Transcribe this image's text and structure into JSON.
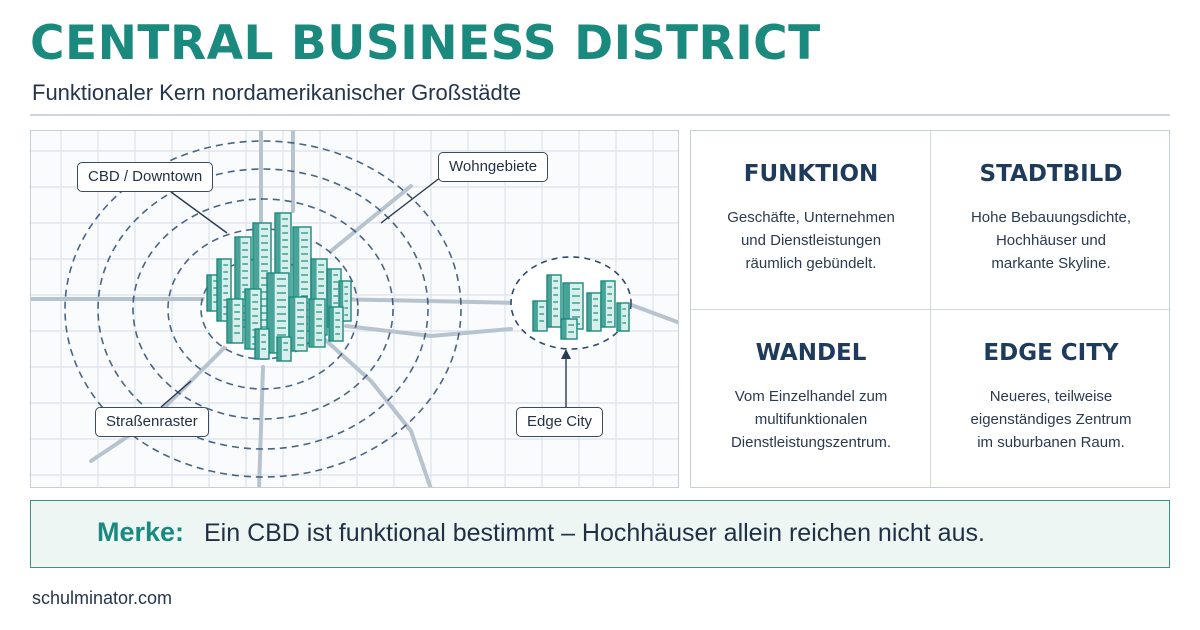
{
  "header": {
    "title": "CENTRAL BUSINESS DISTRICT",
    "subtitle": "Funktionaler Kern nordamerikanischer Großstädte"
  },
  "diagram": {
    "labels": {
      "cbd": "CBD / Downtown",
      "residential": "Wohngebiete",
      "grid": "Straßenraster",
      "edge_city": "Edge City"
    },
    "colors": {
      "teal": "#1a8a7e",
      "navy": "#2a4a6e",
      "grid": "#dde4ec"
    }
  },
  "panels": [
    {
      "heading": "FUNKTION",
      "lines": [
        "Geschäfte, Unternehmen",
        "und Dienstleistungen",
        "räumlich gebündelt."
      ]
    },
    {
      "heading": "STADTBILD",
      "lines": [
        "Hohe Bebauungsdichte,",
        "Hochhäuser und",
        "markante Skyline."
      ]
    },
    {
      "heading": "WANDEL",
      "lines": [
        "Vom Einzelhandel zum",
        "multifunktionalen",
        "Dienstleistungszentrum."
      ]
    },
    {
      "heading": "EDGE CITY",
      "lines": [
        "Neueres, teilweise",
        "eigenständiges Zentrum",
        "im suburbanen Raum."
      ]
    }
  ],
  "note": {
    "label": "Merke:",
    "text": "Ein CBD ist funktional bestimmt – Hochhäuser allein reichen nicht aus."
  },
  "footer": {
    "site": "schulminator.com"
  }
}
